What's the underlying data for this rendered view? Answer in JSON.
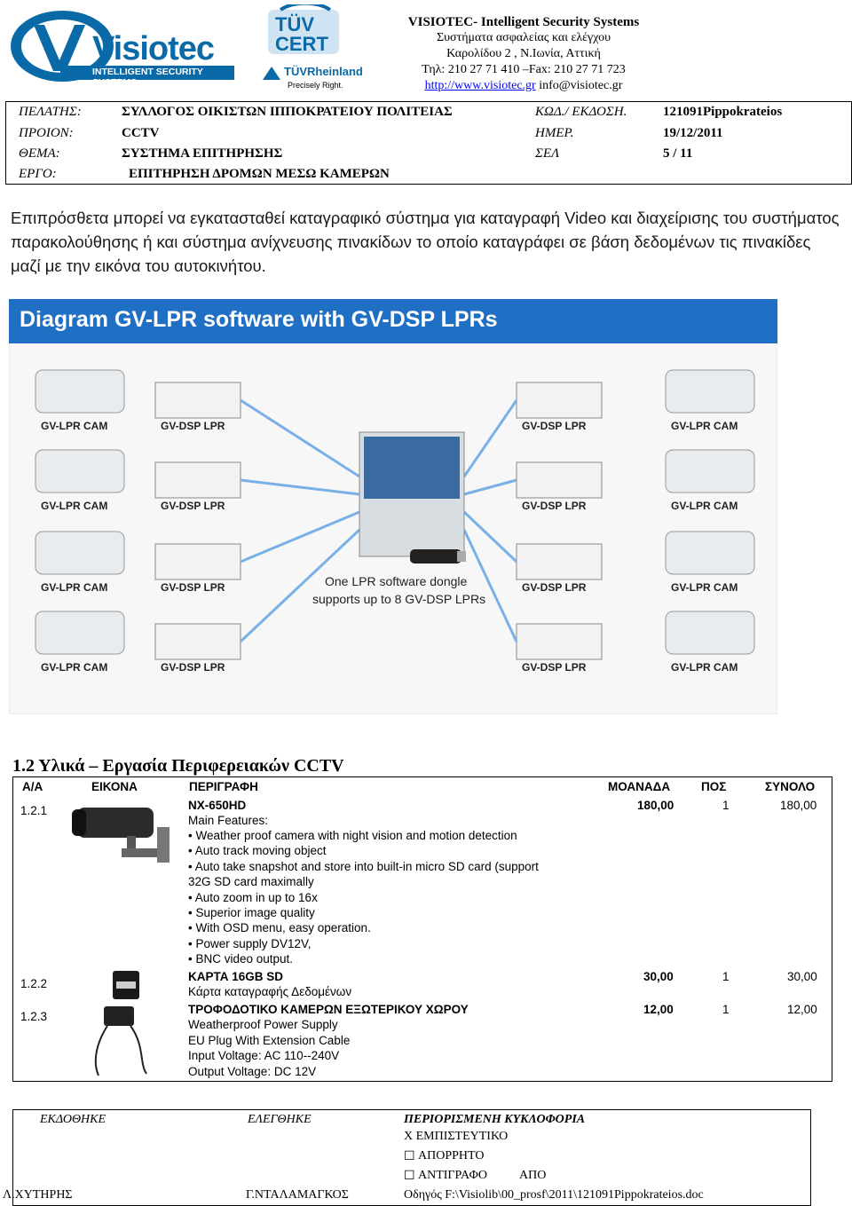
{
  "header": {
    "logo_text": "Visiotec",
    "logo_tagline": "INTELLIGENT SECURITY SYSTEMS",
    "tuv_logo_text": "TÜV CERT",
    "tuv_rheinland_text": "TÜVRheinland",
    "tuv_rheinland_tagline": "Precisely Right.",
    "company_name": "VISIOTEC- Intelligent Security Systems",
    "company_sub": "Συστήματα ασφαλείας και ελέγχου",
    "address": "Καρολίδου 2 , Ν.Ιωνία, Αττική",
    "phone": "Τηλ: 210 27 71 410 –Fax: 210 27 71 723",
    "website": "http://www.visiotec.gr",
    "email": "info@visiotec.gr"
  },
  "info": {
    "client_label": "ΠΕΛΑΤΗΣ:",
    "client_value": "ΣΥΛΛΟΓΟΣ ΟΙΚΙΣΤΩΝ ΙΠΠΟΚΡΑΤΕΙΟΥ ΠΟΛΙΤΕΙΑΣ",
    "code_label": "ΚΩΔ./ ΕΚΔΟΣΗ.",
    "code_value": "121091Pippokrateios",
    "product_label": "ΠΡΟΙΟΝ:",
    "product_value": "CCTV",
    "date_label": "ΗΜΕΡ.",
    "date_value": "19/12/2011",
    "subject_label": "ΘΕΜΑ:",
    "subject_value": "ΣΥΣΤΗΜΑ ΕΠΙΤΗΡΗΣΗΣ",
    "page_label": "ΣΕΛ",
    "page_value": "5 / 11",
    "project_label": "ΕΡΓΟ:",
    "project_value": "ΕΠΙΤΗΡΗΣΗ ΔΡΟΜΩΝ ΜΕΣΩ ΚΑΜΕΡΩΝ"
  },
  "intro_text": "Επιπρόσθετα μπορεί να εγκατασταθεί καταγραφικό σύστημα για καταγραφή Video και διαχείρισης του συστήματος παρακολούθησης ή και σύστημα ανίχνευσης πινακίδων το οποίο καταγράφει σε βάση δεδομένων τις πινακίδες μαζί με την εικόνα του αυτοκινήτου.",
  "diagram": {
    "title": "Diagram GV-LPR software with GV-DSP LPRs",
    "cam_label": "GV-LPR CAM",
    "dsp_label": "GV-DSP LPR",
    "dongle_line1": "One LPR software dongle",
    "dongle_line2": "supports up to 8 GV-DSP LPRs"
  },
  "section_title": "1.2 Υλικά – Εργασία Περιφερειακών CCTV",
  "table": {
    "headers": {
      "aa": "Α/Α",
      "image": "ΕΙΚΟΝΑ",
      "desc": "ΠΕΡΙΓΡΑΦΗ",
      "unit": "ΜΟΑΝΑΔΑ",
      "qty": "ΠΟΣ",
      "total": "ΣΥΝΟΛΟ"
    },
    "rows": [
      {
        "aa": "1.2.1",
        "title": "NX-650HD",
        "subtitle": "Main Features:",
        "features": [
          "• Weather proof camera with night vision and motion detection",
          "• Auto track moving object",
          "• Auto take snapshot and store into built-in micro SD card (support",
          "32G SD card maximally",
          "• Auto zoom in up to 16x",
          "• Superior image quality",
          "• With OSD menu, easy operation.",
          "• Power supply DV12V,",
          "• BNC video output."
        ],
        "unit": "180,00",
        "qty": "1",
        "total": "180,00"
      },
      {
        "aa": "1.2.2",
        "title": "ΚΑΡΤΑ 16GB SD",
        "subtitle": "Κάρτα καταγραφής Δεδομένων",
        "features": [],
        "unit": "30,00",
        "qty": "1",
        "total": "30,00"
      },
      {
        "aa": "1.2.3",
        "title": "ΤΡΟΦΟΔΟΤΙΚΟ ΚΑΜΕΡΩΝ ΕΞΩΤΕΡΙΚΟΥ ΧΩΡΟΥ",
        "subtitle": "Weatherproof Power Supply",
        "features": [
          "EU Plug With Extension Cable",
          "Input Voltage: AC 110--240V",
          "Output Voltage: DC 12V"
        ],
        "unit": "12,00",
        "qty": "1",
        "total": "12,00"
      }
    ]
  },
  "footer": {
    "issued_label": "ΕΚΔΟΘΗΚΕ",
    "checked_label": "ΕΛΕΓΘΗΚΕ",
    "restricted_label": "ΠΕΡΙΟΡΙΣΜΕΝΗ ΚΥΚΛΟΦΟΡΙΑ",
    "confidential": "X ΕΜΠΙΣΤΕΥΤΙΚΟ",
    "secret": "ΑΠΟΡΡΗΤΟ",
    "copy": "ΑΝΤΙΓΡΑΦΟ",
    "copy_suffix": "ΑΠΟ",
    "issued_by": "Λ.ΧΥΤΗΡΗΣ",
    "checked_by": "Γ.ΝΤΑΛΑΜΑΓΚΟΣ",
    "file_path": "Οδηγός F:\\Visiolib\\00_prosf\\2011\\121091Pippokrateios.doc"
  }
}
